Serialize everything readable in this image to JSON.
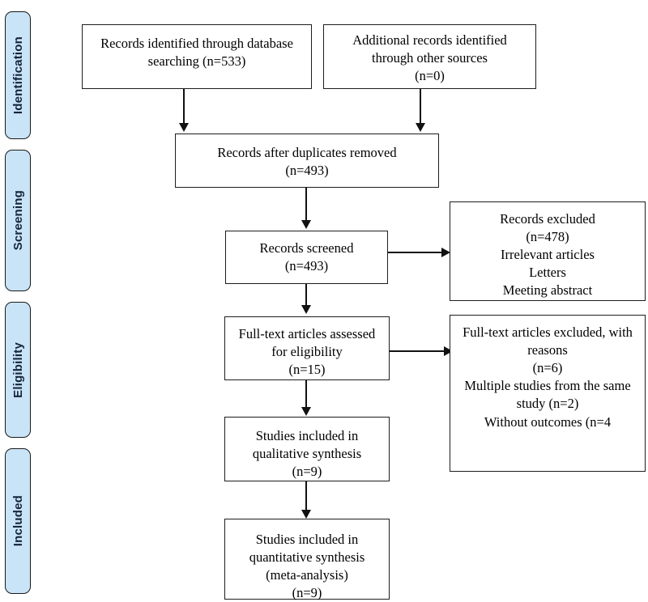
{
  "diagram": {
    "type": "prisma-flow-diagram",
    "accent_color": "#c9e4f7",
    "border_color": "#1d1d1d",
    "stages": [
      {
        "label": "Identification"
      },
      {
        "label": "Screening"
      },
      {
        "label": "Eligibility"
      },
      {
        "label": "Included"
      }
    ],
    "boxes": {
      "database_records": "Records identified through database\nsearching (n=533)",
      "other_records": "Additional records identified\nthrough other sources\n(n=0)",
      "duplicates_removed": "Records after duplicates removed\n(n=493)",
      "records_screened": "Records screened\n(n=493)",
      "records_excluded": "Records excluded\n(n=478)\nIrrelevant articles\nLetters\nMeeting abstract",
      "fulltext_assessed": "Full-text articles assessed\nfor eligibility\n(n=15)",
      "fulltext_excluded": "Full-text articles excluded, with\nreasons\n(n=6)\nMultiple studies from the same\nstudy (n=2)\nWithout outcomes (n=4",
      "qualitative_synthesis": "Studies included in\nqualitative synthesis\n(n=9)",
      "quantitative_synthesis": "Studies included in\nquantitative synthesis\n(meta-analysis)\n(n=9)"
    },
    "counts": {
      "identified_database": 533,
      "identified_other": 0,
      "after_duplicates": 493,
      "screened": 493,
      "excluded_screening": 478,
      "fulltext_assessed": 15,
      "fulltext_excluded": 6,
      "excluded_same_study": 2,
      "excluded_without_outcomes": 4,
      "included_qualitative": 9,
      "included_quantitative": 9
    }
  }
}
